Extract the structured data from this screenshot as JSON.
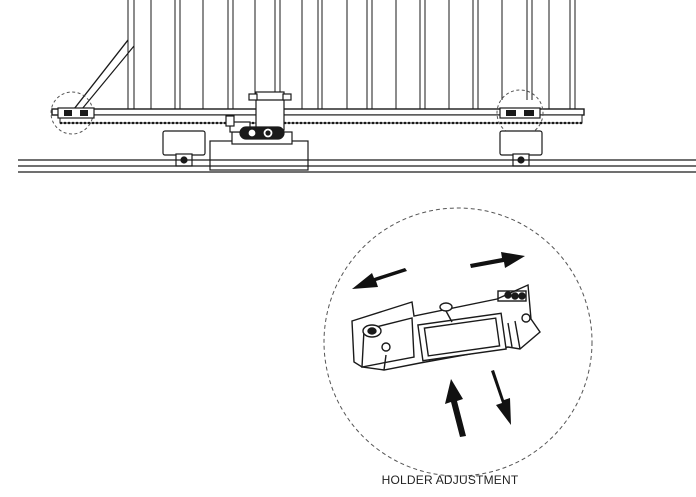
{
  "figure": {
    "caption": "HOLDER ADJUSTMENT",
    "parts": [
      "sliding-gate",
      "gear-rack",
      "gate-wheel",
      "gate-opener-motor",
      "ground-rail",
      "rack-holder",
      "limit-switch-holder"
    ],
    "arrows": [
      "arrow-left",
      "arrow-right",
      "arrow-up",
      "arrow-down"
    ],
    "colors": {
      "line": "#1a1a1a",
      "fill": "#ffffff",
      "dashed": "#555555"
    }
  }
}
